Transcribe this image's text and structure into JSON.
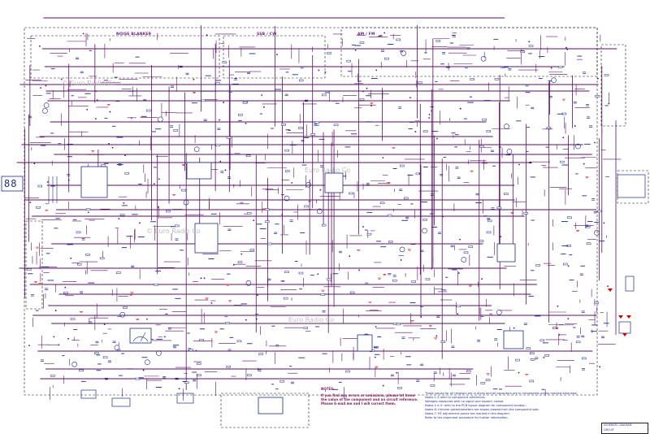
{
  "watermark": "© Euro Radio Co",
  "watermarks": [
    "© Euro Radio Co",
    "© Euro Radio Co",
    "Euro Radio Co",
    "Euro Radio Co"
  ],
  "blocks": {
    "noise_blanker": "NOISE BLANKER",
    "section_2": "SSB / CW",
    "section_3": "AM / FM"
  },
  "display": {
    "digits": "88"
  },
  "warning_title": "NOTES:",
  "warning_text": [
    "If you find any errors or omissions, please let know",
    "the value of the component and an circuit reference.",
    "Please E-mail me and I will correct them."
  ],
  "notes": [
    "These values for all resistors are in ohms and all capacitors are in microfarads unless marked otherwise.",
    "Notes 1-3 refer to component references.",
    "Voltages measured with no signal and squelch closed.",
    "Notes 4 & 5: refer to the PCB layout diagram for component location.",
    "Notes 6: trimmer potentiometers are shown viewed from the component side.",
    "Notes 7: RF adjustment points are marked in the diagram.",
    "Refer to the alignment procedure for further information."
  ],
  "title_block": {
    "title": "SCHEMATIC DIAGRAM",
    "drawing": "CIRCUIT"
  },
  "colors": {
    "wire": "#5a0f63",
    "component": "#1f2a8a",
    "border": "#202020",
    "accent_red": "#d10000",
    "watermark": "#bdbdbd"
  }
}
